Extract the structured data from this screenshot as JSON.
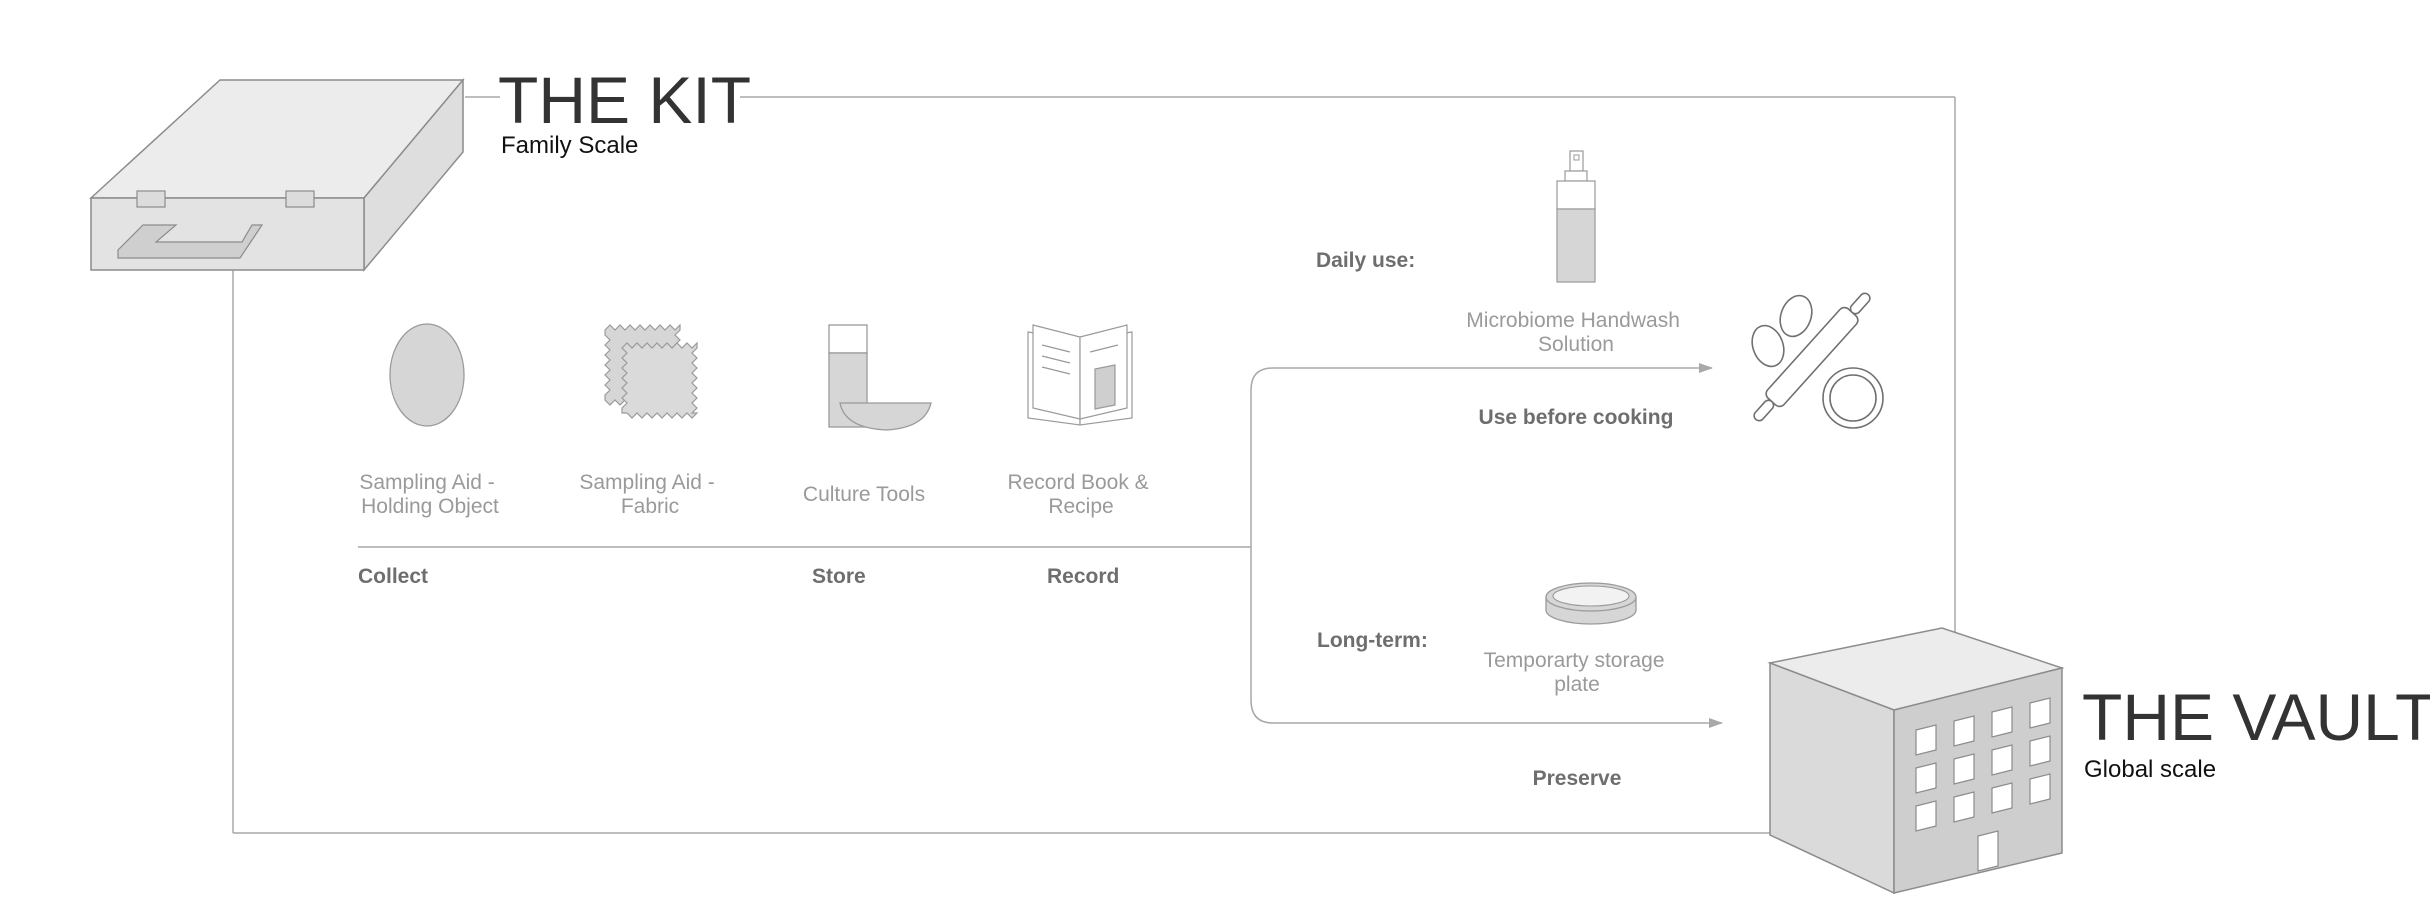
{
  "kit": {
    "title": "THE KIT",
    "subtitle": "Family Scale"
  },
  "vault": {
    "title": "THE VAULT",
    "subtitle": "Global scale"
  },
  "items": {
    "holding_object": [
      "Sampling Aid -",
      "Holding Object"
    ],
    "fabric": [
      "Sampling Aid -",
      "Fabric"
    ],
    "culture_tools": [
      "Culture Tools"
    ],
    "record_book": [
      "Record Book &",
      "Recipe"
    ],
    "handwash": [
      "Microbiome Handwash",
      "Solution"
    ],
    "storage_plate": [
      "Temporarty storage",
      "plate"
    ]
  },
  "stages": {
    "collect": "Collect",
    "store": "Store",
    "record": "Record",
    "daily_use": "Daily use:",
    "use_before_cooking": "Use before cooking",
    "long_term": "Long-term:",
    "preserve": "Preserve"
  },
  "colors": {
    "line": "#a8a8a8",
    "icon_fill": "#d6d6d6",
    "icon_stroke": "#9a9a9a",
    "title": "#333333"
  },
  "icons": [
    "briefcase-icon",
    "oval-sampler-icon",
    "fabric-swatch-icon",
    "culture-tools-icon",
    "record-book-icon",
    "spray-bottle-icon",
    "baking-icon",
    "petri-dish-icon",
    "building-icon"
  ]
}
